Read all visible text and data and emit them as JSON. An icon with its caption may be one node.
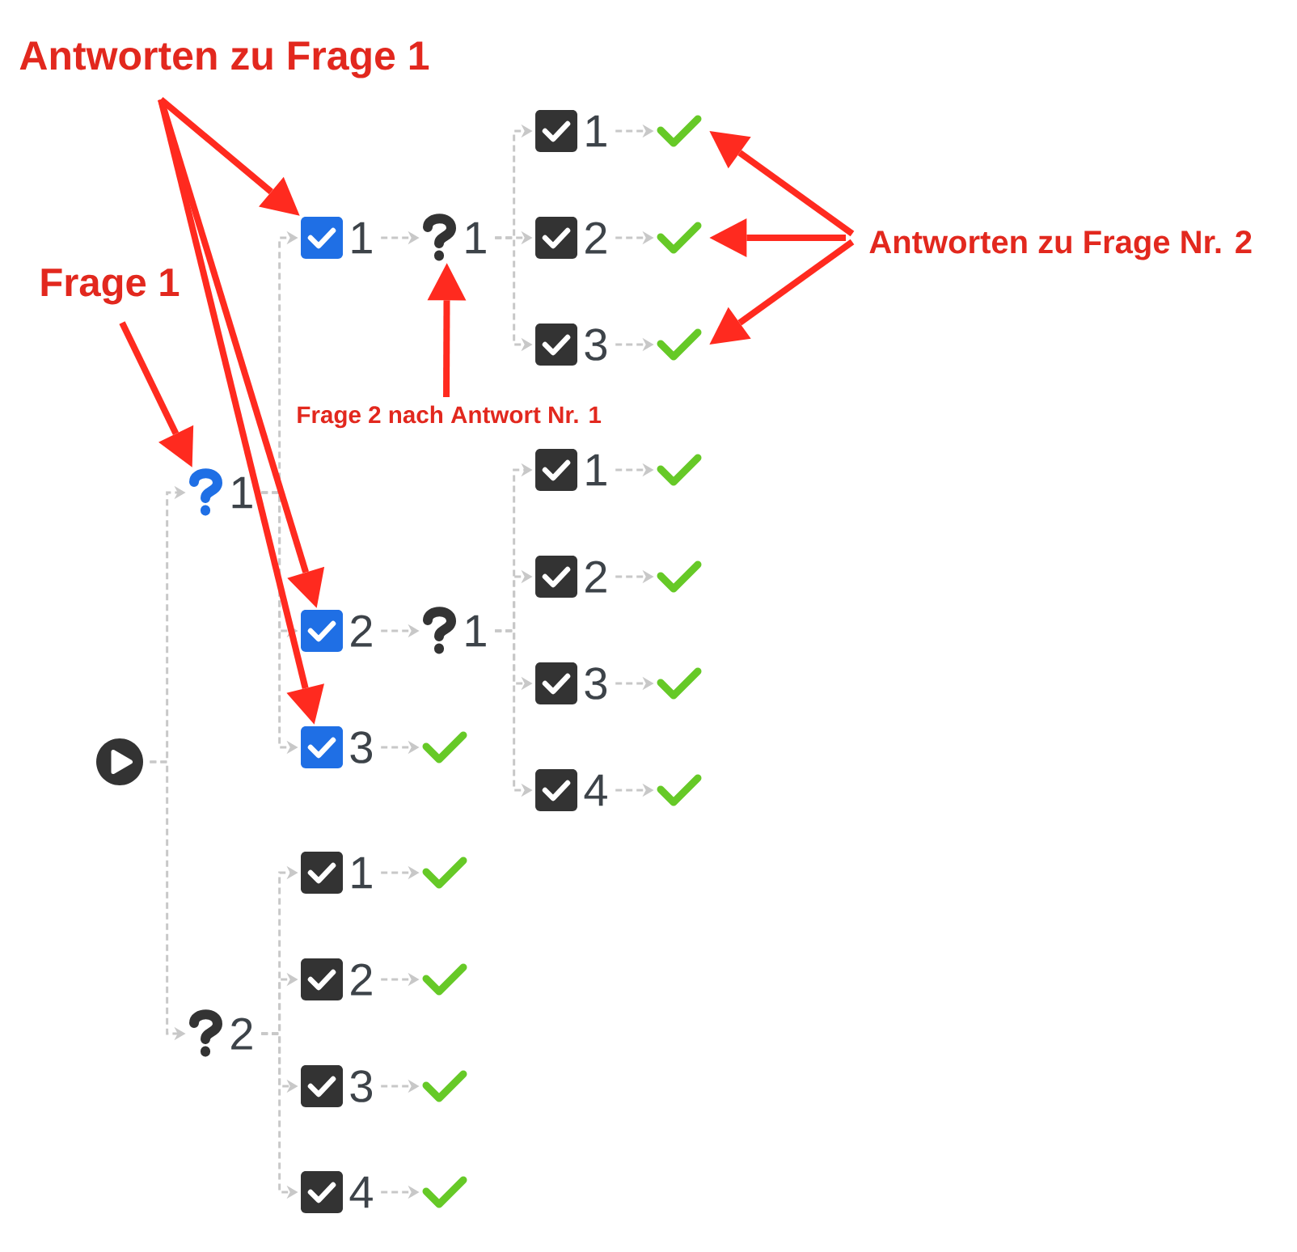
{
  "diagram": {
    "nodes": [
      {
        "text": [
          "Antworten zu Frage 1"
        ]
      },
      {
        "text": [
          "1"
        ]
      },
      {
        "text": [],
        "shape": "tick"
      },
      {
        "text": [
          "1"
        ]
      },
      {
        "text": [
          "1"
        ]
      },
      {
        "text": [
          "2"
        ]
      },
      {
        "text": [],
        "shape": "tick"
      },
      {
        "text": [
          "Antworten zu Frage Nr. 2"
        ]
      },
      {
        "text": [
          "Frage 1"
        ]
      },
      {
        "text": [
          "3"
        ]
      },
      {
        "text": [],
        "shape": "tick"
      },
      {
        "text": [
          "Frage 2 nach Antwort Nr. 1"
        ]
      },
      {
        "text": [
          "1"
        ]
      },
      {
        "text": [],
        "shape": "tick"
      },
      {
        "text": [
          "1"
        ]
      },
      {
        "text": [
          "2"
        ]
      },
      {
        "text": [],
        "shape": "tick"
      },
      {
        "text": [
          "2"
        ]
      },
      {
        "text": [
          "1"
        ]
      },
      {
        "text": [
          "3"
        ]
      },
      {
        "text": [],
        "shape": "tick"
      },
      {
        "text": [
          "3"
        ]
      },
      {
        "text": [],
        "shape": "tick"
      },
      {
        "text": [],
        "shape": "circle"
      },
      {
        "text": [
          "4"
        ]
      },
      {
        "text": [],
        "shape": "tick"
      },
      {
        "text": [
          "1"
        ]
      },
      {
        "text": [],
        "shape": "tick"
      },
      {
        "text": [
          "2"
        ]
      },
      {
        "text": [],
        "shape": "tick"
      },
      {
        "text": [
          "2"
        ]
      },
      {
        "text": [
          "3"
        ]
      },
      {
        "text": [],
        "shape": "tick"
      },
      {
        "text": [
          "4"
        ]
      },
      {
        "text": [],
        "shape": "tick"
      }
    ],
    "edges": [
      {
        "from": 23,
        "to": 14,
        "arrow": "to",
        "style": "dashed"
      },
      {
        "from": 23,
        "to": 30,
        "arrow": "to",
        "style": "dashed"
      },
      {
        "from": 14,
        "to": 3,
        "arrow": "to",
        "style": "dashed"
      },
      {
        "from": 14,
        "to": 17,
        "arrow": "to",
        "style": "dashed"
      },
      {
        "from": 14,
        "to": 21,
        "arrow": "to",
        "style": "dashed"
      },
      {
        "from": 3,
        "to": 4,
        "arrow": "to",
        "style": "dashed"
      },
      {
        "from": 4,
        "to": 1,
        "arrow": "to",
        "style": "dashed"
      },
      {
        "from": 4,
        "to": 5,
        "arrow": "to",
        "style": "dashed"
      },
      {
        "from": 4,
        "to": 9,
        "arrow": "to",
        "style": "dashed"
      },
      {
        "from": 1,
        "to": 2,
        "arrow": "to",
        "style": "dashed"
      },
      {
        "from": 5,
        "to": 6,
        "arrow": "to",
        "style": "dashed"
      },
      {
        "from": 9,
        "to": 10,
        "arrow": "to",
        "style": "dashed"
      },
      {
        "from": 17,
        "to": 18,
        "arrow": "to",
        "style": "dashed"
      },
      {
        "from": 18,
        "to": 12,
        "arrow": "to",
        "style": "dashed"
      },
      {
        "from": 18,
        "to": 15,
        "arrow": "to",
        "style": "dashed"
      },
      {
        "from": 18,
        "to": 19,
        "arrow": "to",
        "style": "dashed"
      },
      {
        "from": 18,
        "to": 24,
        "arrow": "to",
        "style": "dashed"
      },
      {
        "from": 12,
        "to": 13,
        "arrow": "to",
        "style": "dashed"
      },
      {
        "from": 15,
        "to": 16,
        "arrow": "to",
        "style": "dashed"
      },
      {
        "from": 19,
        "to": 20,
        "arrow": "to",
        "style": "dashed"
      },
      {
        "from": 24,
        "to": 25,
        "arrow": "to",
        "style": "dashed"
      },
      {
        "from": 21,
        "to": 22,
        "arrow": "to",
        "style": "dashed"
      },
      {
        "from": 30,
        "to": 26,
        "arrow": "to",
        "style": "dashed"
      },
      {
        "from": 30,
        "to": 28,
        "arrow": "to",
        "style": "dashed"
      },
      {
        "from": 30,
        "to": 31,
        "arrow": "to",
        "style": "dashed"
      },
      {
        "from": 30,
        "to": 33,
        "arrow": "to",
        "style": "dashed"
      },
      {
        "from": 26,
        "to": 27,
        "arrow": "to",
        "style": "dashed"
      },
      {
        "from": 28,
        "to": 29,
        "arrow": "to",
        "style": "dashed"
      },
      {
        "from": 31,
        "to": 32,
        "arrow": "to",
        "style": "dashed"
      },
      {
        "from": 33,
        "to": 34,
        "arrow": "to",
        "style": "dashed"
      },
      {
        "from": 0,
        "to": 3,
        "arrow": "to",
        "style": "thick",
        "color": "#ff2a1f"
      },
      {
        "from": 0,
        "to": 17,
        "arrow": "to",
        "style": "thick",
        "color": "#ff2a1f"
      },
      {
        "from": 0,
        "to": 21,
        "arrow": "to",
        "style": "thick",
        "color": "#ff2a1f"
      },
      {
        "from": 8,
        "to": 14,
        "arrow": "to",
        "style": "thick",
        "color": "#ff2a1f"
      },
      {
        "from": 11,
        "to": 4,
        "arrow": "to",
        "style": "thick",
        "color": "#ff2a1f"
      },
      {
        "from": 7,
        "to": 2,
        "arrow": "to",
        "style": "thick",
        "color": "#ff2a1f"
      },
      {
        "from": 7,
        "to": 6,
        "arrow": "to",
        "style": "thick",
        "color": "#ff2a1f"
      },
      {
        "from": 7,
        "to": 10,
        "arrow": "to",
        "style": "thick",
        "color": "#ff2a1f"
      }
    ]
  }
}
